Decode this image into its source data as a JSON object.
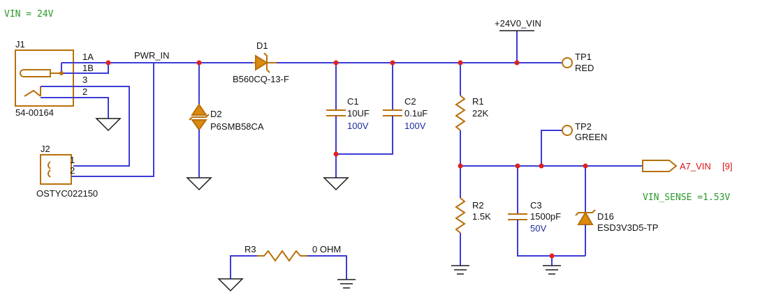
{
  "notes": {
    "vin": "VIN = 24V",
    "vin_sense": "VIN_SENSE =1.53V"
  },
  "colors": {
    "wire": "#3b3bd6",
    "part": "#b8700a",
    "junction": "#e02020",
    "net_note": "#2a9a2a",
    "value": "#1a2aa0",
    "offsheet": "#e01010"
  },
  "J1": {
    "ref": "J1",
    "part": "54-00164",
    "pins": [
      "1A",
      "1B",
      "3",
      "2"
    ]
  },
  "J2": {
    "ref": "J2",
    "part": "OSTYC022150",
    "pins": [
      "1",
      "2"
    ]
  },
  "net_pwr_in": "PWR_IN",
  "D1": {
    "ref": "D1",
    "part": "B560CQ-13-F"
  },
  "D2": {
    "ref": "D2",
    "part": "P6SMB58CA"
  },
  "C1": {
    "ref": "C1",
    "value": "10UF",
    "voltage": "100V"
  },
  "C2": {
    "ref": "C2",
    "value": "0.1uF",
    "voltage": "100V"
  },
  "net_24v": "+24V0_VIN",
  "TP1": {
    "ref": "TP1",
    "color": "RED"
  },
  "R1": {
    "ref": "R1",
    "value": "22K"
  },
  "TP2": {
    "ref": "TP2",
    "color": "GREEN"
  },
  "A7": {
    "net": "A7_VIN",
    "ref": "[9]"
  },
  "R2": {
    "ref": "R2",
    "value": "1.5K"
  },
  "C3": {
    "ref": "C3",
    "value": "1500pF",
    "voltage": "50V"
  },
  "D16": {
    "ref": "D16",
    "part": "ESD3V3D5-TP"
  },
  "R3": {
    "ref": "R3",
    "value": "0 OHM"
  }
}
